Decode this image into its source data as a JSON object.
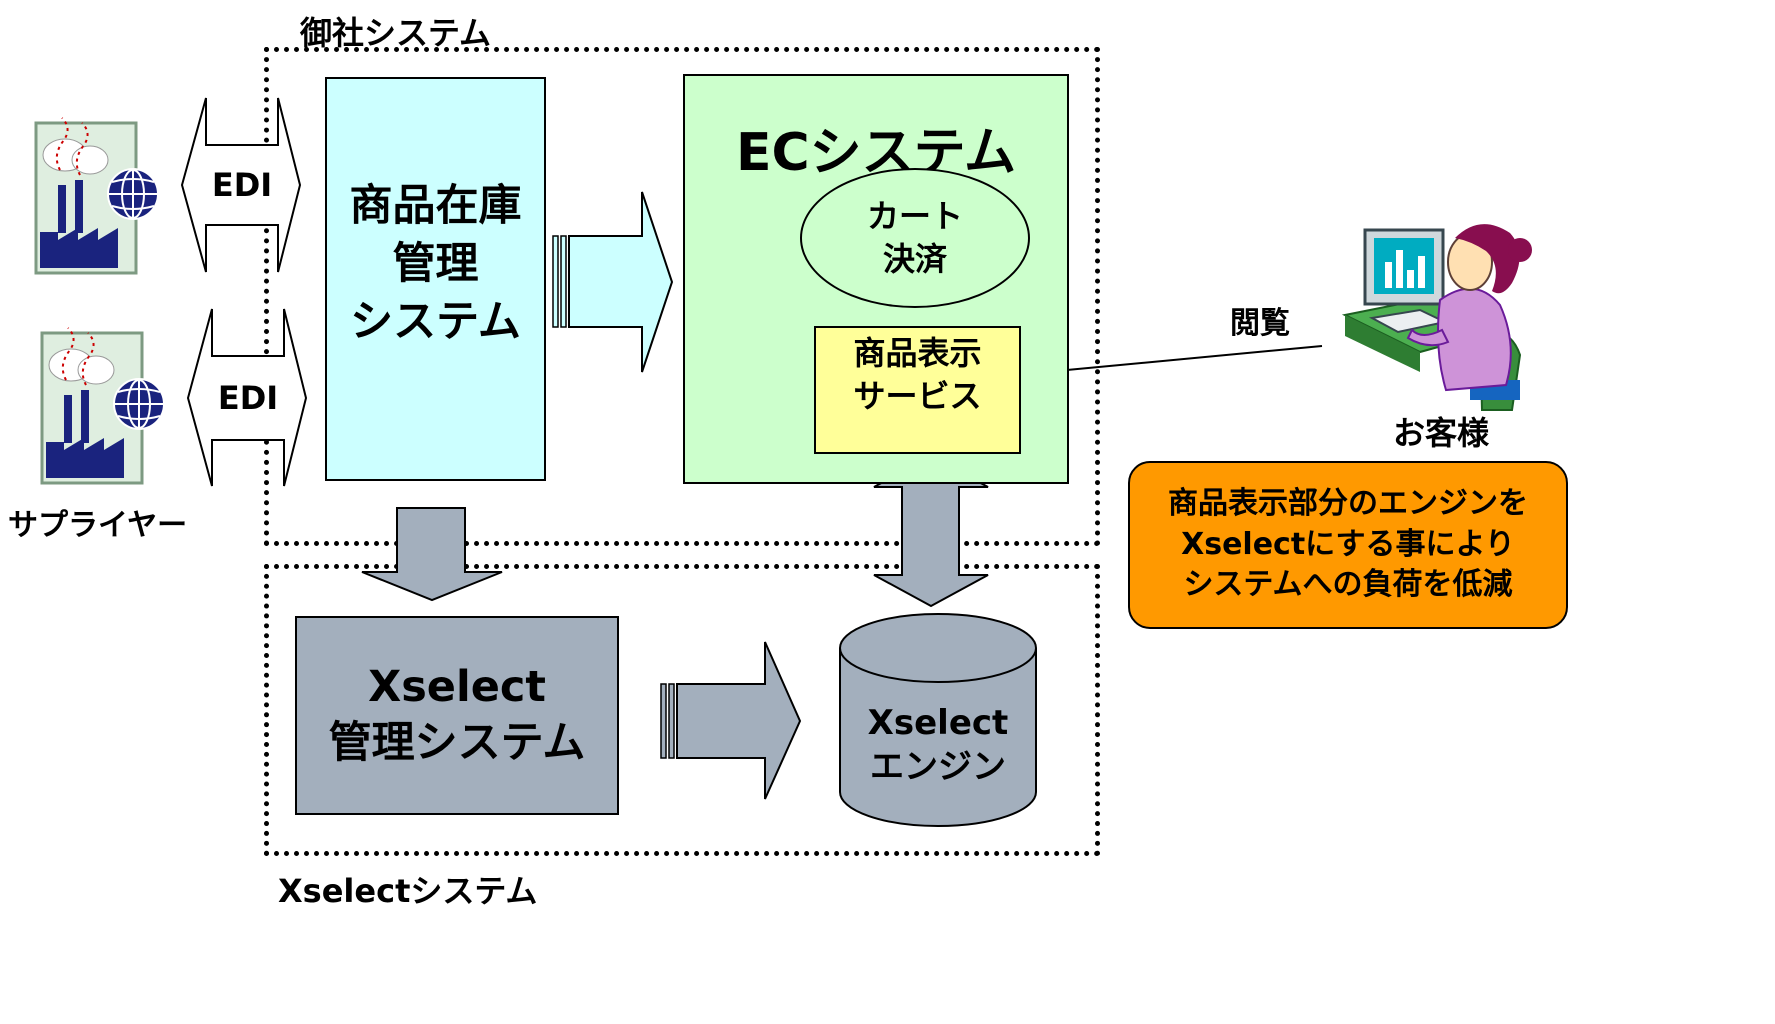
{
  "group_company": {
    "label": "御社システム"
  },
  "group_xselect": {
    "label": "Xselectシステム"
  },
  "suppliers": {
    "label": "サプライヤー",
    "edi_top": "EDI",
    "edi_bottom": "EDI",
    "icon": "factory-globe-icon"
  },
  "inventory": {
    "label": "商品在庫\n管理\nシステム"
  },
  "ec": {
    "title": "ECシステム",
    "cart": "カート\n決済",
    "display_service": "商品表示\nサービス"
  },
  "xselect_admin": {
    "label": "Xselect\n管理システム"
  },
  "xselect_engine": {
    "label": "Xselect\nエンジン"
  },
  "customer": {
    "label": "お客様",
    "browse": "閲覧",
    "icon": "customer-at-computer-icon"
  },
  "callout": {
    "text": "商品表示部分のエンジンを\nXselectにする事により\nシステムへの負荷を低減"
  },
  "colors": {
    "inventory_fill": "#ccffff",
    "ec_fill": "#ccffcc",
    "display_fill": "#ffff99",
    "xselect_fill": "#a3afbd",
    "callout_fill": "#ff9900"
  }
}
